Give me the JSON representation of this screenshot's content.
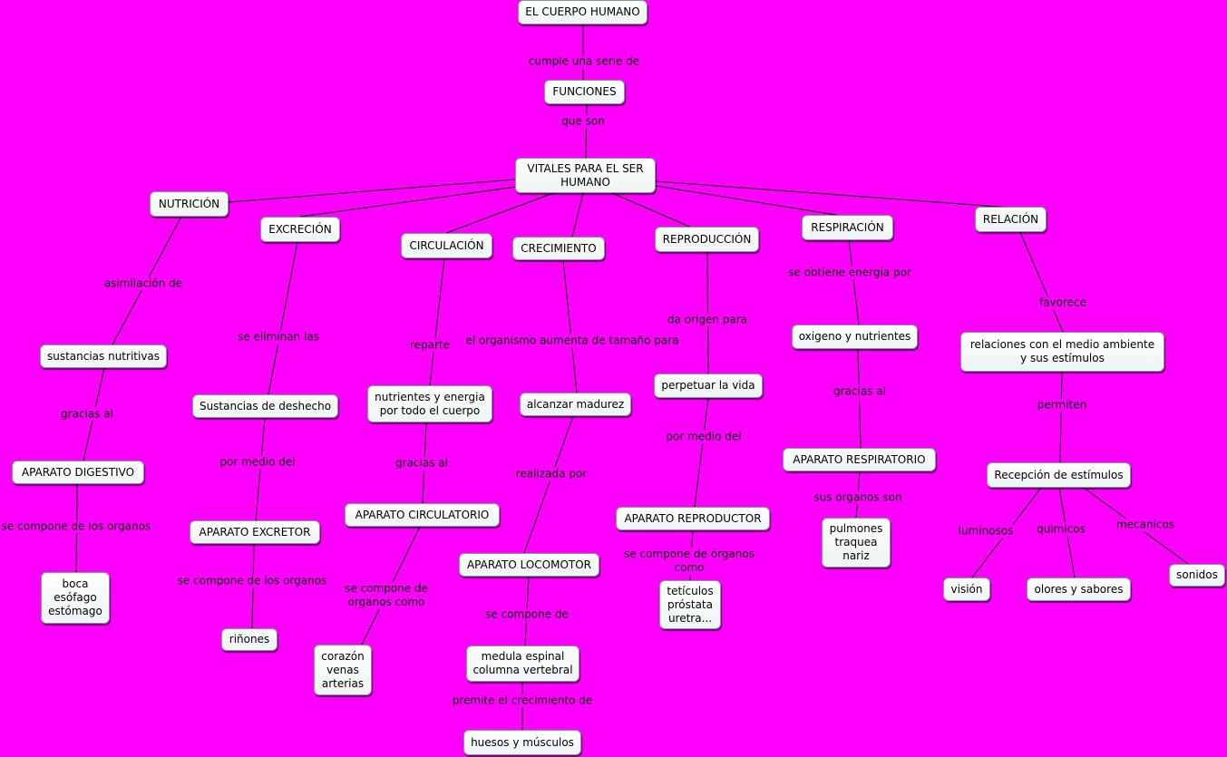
{
  "nodes": {
    "cuerpo": "EL CUERPO HUMANO",
    "funciones": "FUNCIONES",
    "vitales": "VITALES PARA EL SER\nHUMANO",
    "nutricion": "NUTRICIÓN",
    "excrecion": "EXCRECIÓN",
    "circulacion": "CIRCULACIÓN",
    "crecimiento": "CRECIMIENTO",
    "reproduccion": "REPRODUCCIÓN",
    "respiracion": "RESPIRACIÓN",
    "relacion": "RELACIÓN",
    "sustancias_nutritivas": "sustancias nutritivas",
    "aparato_digestivo": "APARATO DIGESTIVO",
    "organos_digestivo": "boca\nesófago\nestómago",
    "sustancias_deshecho": "Sustancias de deshecho",
    "aparato_excretor": "APARATO EXCRETOR",
    "rinones": "riñones",
    "nutrientes_energia": "nutrientes y energia\npor todo el cuerpo",
    "aparato_circulatorio": "APARATO CIRCULATORIO",
    "organos_circulatorio": "corazón\nvenas\narterias",
    "alcanzar_madurez": "alcanzar madurez",
    "aparato_locomotor": "APARATO LOCOMOTOR",
    "medula_columna": "medula espinal\ncolumna vertebral",
    "huesos_musculos": "huesos y músculos",
    "perpetuar_vida": "perpetuar la vida",
    "aparato_reproductor": "APARATO REPRODUCTOR",
    "organos_reproductor": "tetículos\npróstata\nuretra...",
    "oxigeno_nutrientes": "oxigeno y nutrientes",
    "aparato_respiratorio": "APARATO RESPIRATORIO",
    "organos_respiratorio": "pulmones\ntraquea\nnariz",
    "relaciones_medio": "relaciones con el medio ambiente\ny sus estímulos",
    "recepcion_estimulos": "Recepción de estímulos",
    "vision": "visión",
    "olores_sabores": "olores y sabores",
    "sonidos": "sonidos"
  },
  "links": {
    "cumple": "cumple una serie de",
    "que_son": "que son",
    "asimilacion": "asimilación de",
    "gracias_al_nutricion": "gracias al",
    "se_compone_digestivo": "se compone de los organos",
    "se_eliminan": "se eliminan las",
    "por_medio_excretor": "por medio del",
    "se_compone_excretor": "se compone de los organos",
    "reparte": "reparte",
    "gracias_al_circulacion": "gracias al",
    "se_compone_circulatorio": "se compone de\norganos como",
    "organismo_aumenta": "el organismo aumenta de tamaño para",
    "realizada_por": "realizada por",
    "se_compone_locomotor": "se compone de",
    "premite": "premite el crecimiento de",
    "da_origen": "da origen para",
    "por_medio_reproductor": "por medio del",
    "se_compone_reproductor": "se compone de órganos\ncomo",
    "se_obtiene": "se obtiene energía por",
    "gracias_al_respiracion": "gracias al",
    "sus_organos": "sus organos son",
    "favorece": "favorece",
    "permiten": "permiten",
    "luminosos": "luminosos",
    "quimicos": "quimicos",
    "mecanicos": "mecanicos"
  },
  "colors": {
    "background": "#ff00ff",
    "node_fill": "#ffffff",
    "node_border": "#7f9a99",
    "line": "#000000"
  }
}
